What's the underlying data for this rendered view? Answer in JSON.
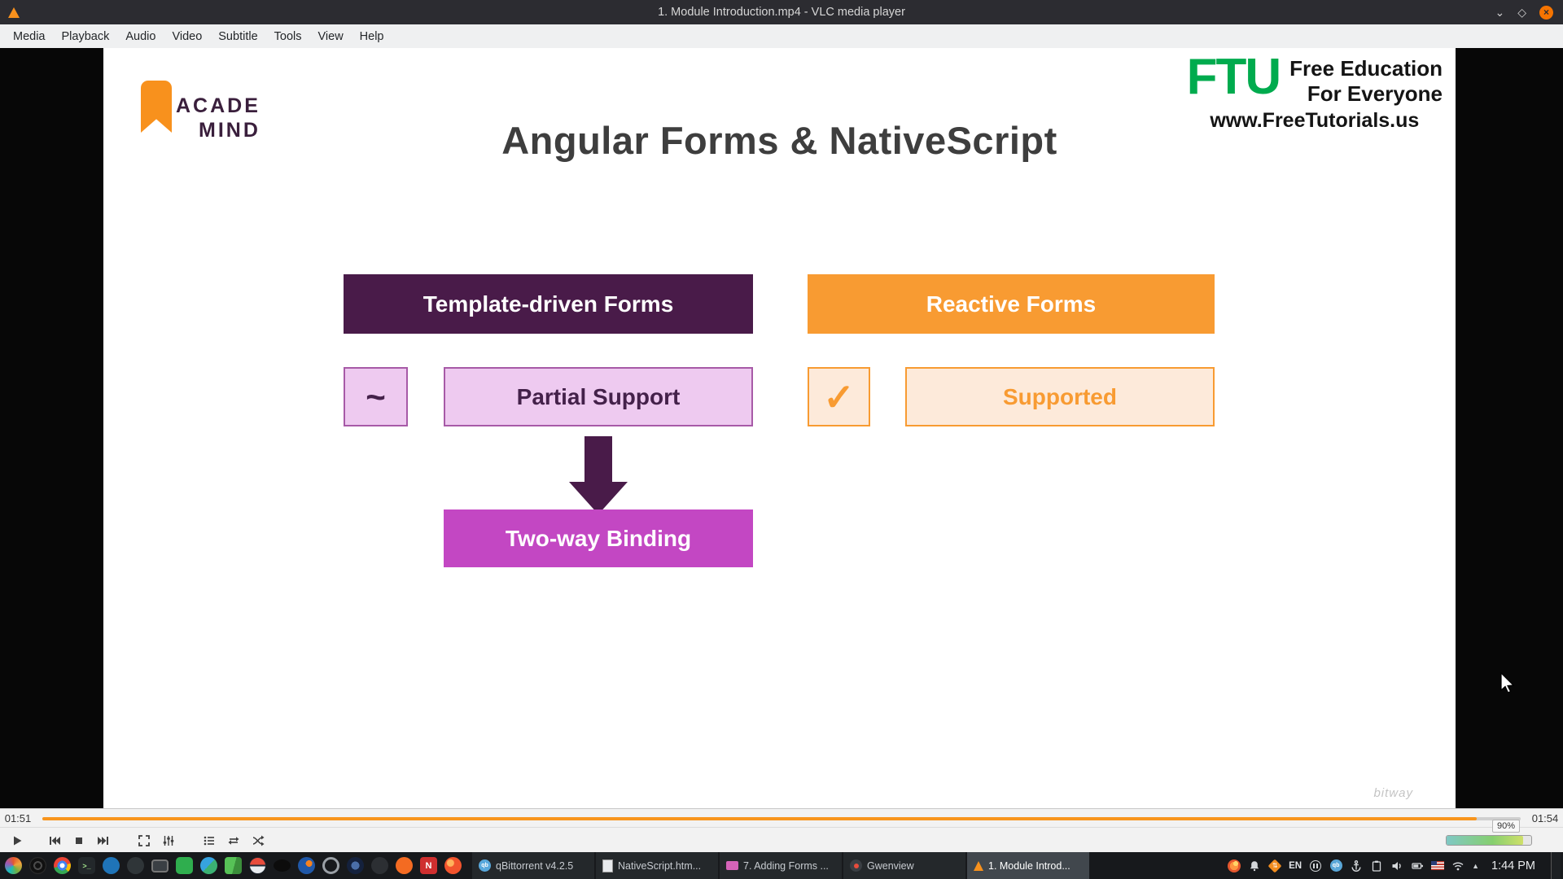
{
  "titlebar": {
    "title": "1. Module Introduction.mp4 - VLC media player",
    "minimize_glyph": "⌄",
    "maximize_glyph": "◇",
    "close_glyph": "×"
  },
  "menubar": {
    "items": [
      "Media",
      "Playback",
      "Audio",
      "Video",
      "Subtitle",
      "Tools",
      "View",
      "Help"
    ]
  },
  "slide": {
    "academind_line1": "ACADE",
    "academind_line2": "MIND",
    "ftu_abbr": "FTU",
    "ftu_tag1": "Free Education",
    "ftu_tag2": "For Everyone",
    "ftu_url": "www.FreeTutorials.us",
    "title": "Angular Forms & NativeScript",
    "diagram": {
      "template_header": "Template-driven Forms",
      "reactive_header": "Reactive Forms",
      "tilde_badge": "~",
      "partial_label": "Partial Support",
      "check_badge": "✓",
      "supported_label": "Supported",
      "binding_label": "Two-way Binding"
    },
    "watermark": "bitway"
  },
  "player": {
    "time_current": "01:51",
    "time_total": "01:54",
    "progress_percent": 97,
    "volume_percent": 90,
    "volume_tooltip": "90%"
  },
  "taskbar": {
    "windows": [
      {
        "label": "qBittorrent v4.2.5",
        "active": false
      },
      {
        "label": "NativeScript.htm...",
        "active": false
      },
      {
        "label": "7. Adding Forms ...",
        "active": false
      },
      {
        "label": "Gwenview",
        "active": false
      },
      {
        "label": "1. Module Introd...",
        "active": true
      }
    ],
    "language": "EN",
    "clock": "1:44 PM",
    "launcher_icons": [
      "start-menu",
      "media-player",
      "chrome",
      "terminal",
      "blue-app",
      "dark-app",
      "display",
      "green-app",
      "dual-color-app",
      "package-app",
      "pokeball-app",
      "dark-oval-app",
      "blue-bird-app",
      "ring-app",
      "camera-app",
      "headphones-app",
      "orange-app",
      "red-n-app",
      "red-circle-app"
    ],
    "tray_icons": [
      "firefox",
      "notifications-bell",
      "sync",
      "keyboard-layout",
      "pause-indicator",
      "qbittorrent",
      "anchor",
      "clipboard",
      "volume",
      "battery",
      "us-flag",
      "network",
      "tray-expand"
    ]
  },
  "colors": {
    "vlc_orange": "#f8951d",
    "plum": "#491b49",
    "magenta": "#c347c3",
    "light_purple": "#eecaf0",
    "purple_border": "#a75aa7",
    "light_orange": "#fdeada",
    "orange": "#f89b32",
    "ftu_green": "#00ab4e"
  }
}
